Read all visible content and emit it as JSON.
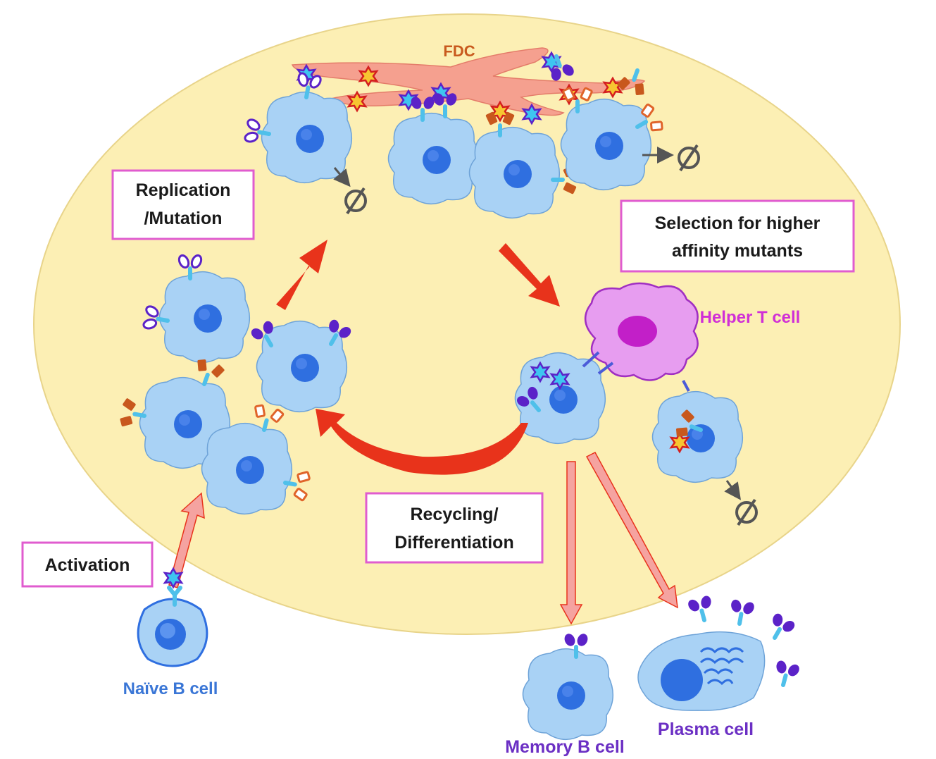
{
  "labels": {
    "fdc": "FDC",
    "helper_t_cell": "Helper T cell",
    "naive_b_cell": "Naïve B cell",
    "memory_b_cell": "Memory B cell",
    "plasma_cell": "Plasma cell"
  },
  "boxes": {
    "replication_line1": "Replication",
    "replication_line2": "/Mutation",
    "selection_line1": "Selection for higher",
    "selection_line2": "affinity mutants",
    "recycling_line1": "Recycling/",
    "recycling_line2": "Differentiation",
    "activation": "Activation"
  },
  "symbols": {
    "apoptosis": "∅"
  },
  "colors": {
    "germinal_center": "#fcefb4",
    "b_cell": "#a9d2f5",
    "nucleus": "#2f6fe0",
    "fdc": "#f5a08f",
    "helper_t": "#e79df0",
    "box_border": "#e05ccf",
    "arrow_red": "#e8331b",
    "arrow_pink": "#f5a3a0",
    "label_blue": "#3a76d6",
    "label_purple": "#6b2fc4",
    "label_magenta": "#d02fd6",
    "label_fdc": "#c85a1e"
  }
}
